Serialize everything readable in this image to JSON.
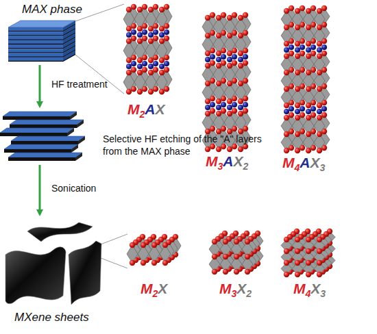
{
  "diagram": {
    "nodes": [
      {
        "text": [
          "MAX phase"
        ]
      },
      {
        "text": [
          "Selective HF etching of the \"A\" layers from the MAX phase"
        ]
      },
      {
        "text": [
          "MXene sheets"
        ]
      }
    ],
    "edges": [
      {
        "from": 0,
        "to": 1,
        "arrow": "to",
        "label": "HF treatment"
      },
      {
        "from": 1,
        "to": 2,
        "arrow": "to",
        "label": "Sonication"
      }
    ],
    "labels": [
      "M2AX",
      "M3AX2",
      "M4AX3",
      "M2X",
      "M3X2",
      "M4X3"
    ]
  }
}
